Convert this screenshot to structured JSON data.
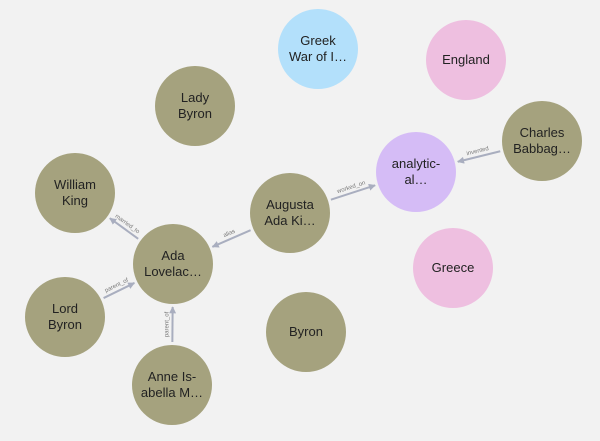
{
  "colors": {
    "background": "#f2f2f2",
    "olive": "#a5a27e",
    "blue": "#b3e0fb",
    "pink": "#eebfe0",
    "purple": "#d5bcf6",
    "edge": "#a9aebf",
    "edge_label": "#7a7a7a"
  },
  "nodes": {
    "greek_war": {
      "label": "Greek\nWar of I…",
      "color": "blue"
    },
    "england": {
      "label": "England",
      "color": "pink"
    },
    "lady_byron": {
      "label": "Lady\nByron",
      "color": "olive"
    },
    "charles_babbage": {
      "label": "Charles\nBabbag…",
      "color": "olive"
    },
    "analytical": {
      "label": "analytic-\nal…",
      "color": "purple"
    },
    "william_king": {
      "label": "William\nKing",
      "color": "olive"
    },
    "augusta": {
      "label": "Augusta\nAda Ki…",
      "color": "olive"
    },
    "ada": {
      "label": "Ada\nLovelac…",
      "color": "olive"
    },
    "greece": {
      "label": "Greece",
      "color": "pink"
    },
    "lord_byron": {
      "label": "Lord\nByron",
      "color": "olive"
    },
    "byron": {
      "label": "Byron",
      "color": "olive"
    },
    "anne": {
      "label": "Anne Is-\nabella M…",
      "color": "olive"
    }
  },
  "edges": [
    {
      "from": "augusta",
      "to": "analytical",
      "label": "worked_on"
    },
    {
      "from": "charles_babbage",
      "to": "analytical",
      "label": "invented"
    },
    {
      "from": "augusta",
      "to": "ada",
      "label": "alias"
    },
    {
      "from": "ada",
      "to": "william_king",
      "label": "married_to"
    },
    {
      "from": "lord_byron",
      "to": "ada",
      "label": "parent_of"
    },
    {
      "from": "anne",
      "to": "ada",
      "label": "parent_of"
    }
  ]
}
